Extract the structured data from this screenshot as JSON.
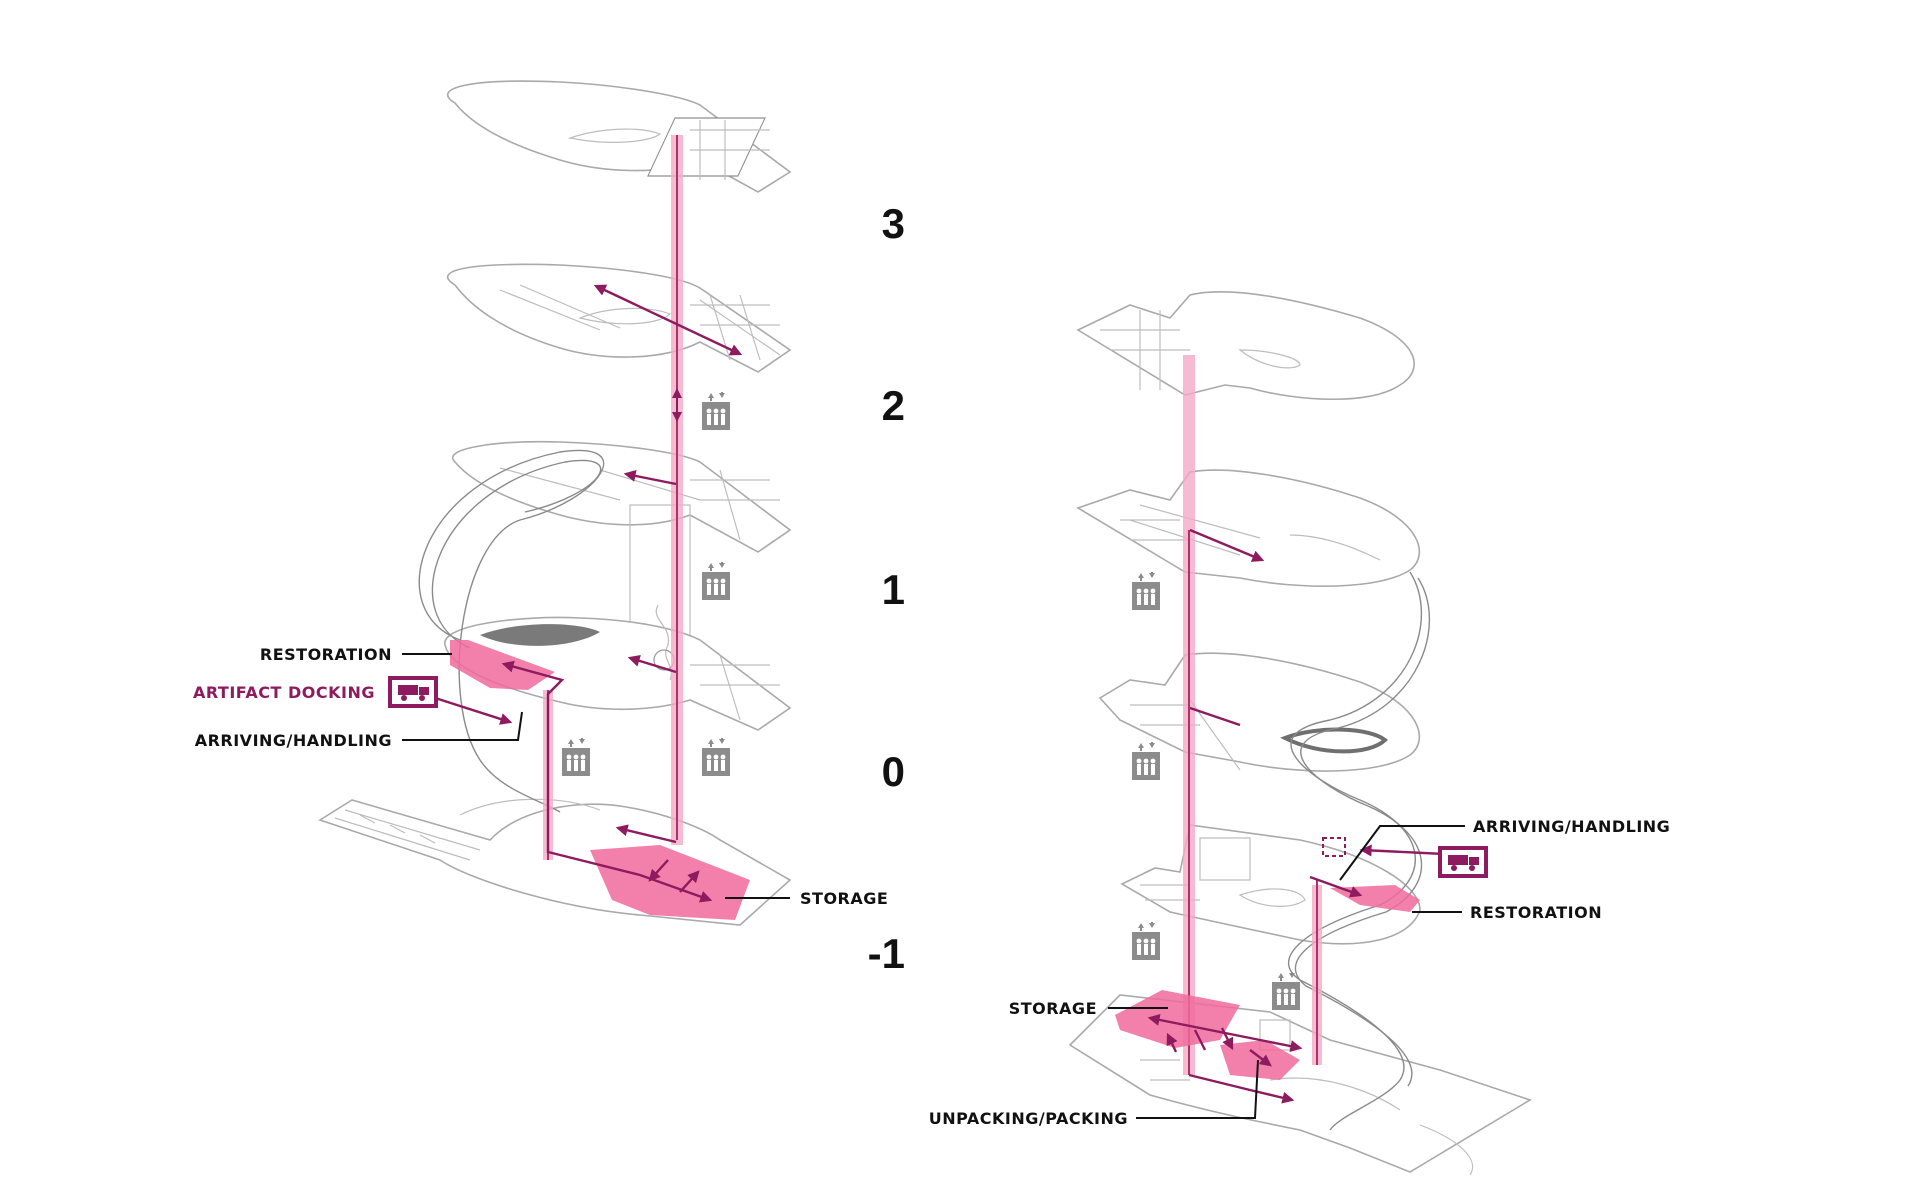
{
  "levels": [
    "3",
    "2",
    "1",
    "0",
    "-1"
  ],
  "labels": {
    "left": {
      "restoration": "RESTORATION",
      "artifact_docking": "ARTIFACT DOCKING",
      "arriving_handling": "ARRIVING/HANDLING",
      "storage": "STORAGE"
    },
    "right": {
      "arriving_handling": "ARRIVING/HANDLING",
      "restoration": "RESTORATION",
      "storage": "STORAGE",
      "unpacking_packing": "UNPACKING/PACKING"
    }
  },
  "icons": {
    "elevator": "elevator-icon",
    "truck": "truck-icon"
  },
  "colors": {
    "accent": "#8e1b5f",
    "highlight": "#f06a9c",
    "shaft": "#f4a9c5",
    "plate_stroke": "#a9a9a9",
    "icon_gray": "#8c8c8c"
  }
}
